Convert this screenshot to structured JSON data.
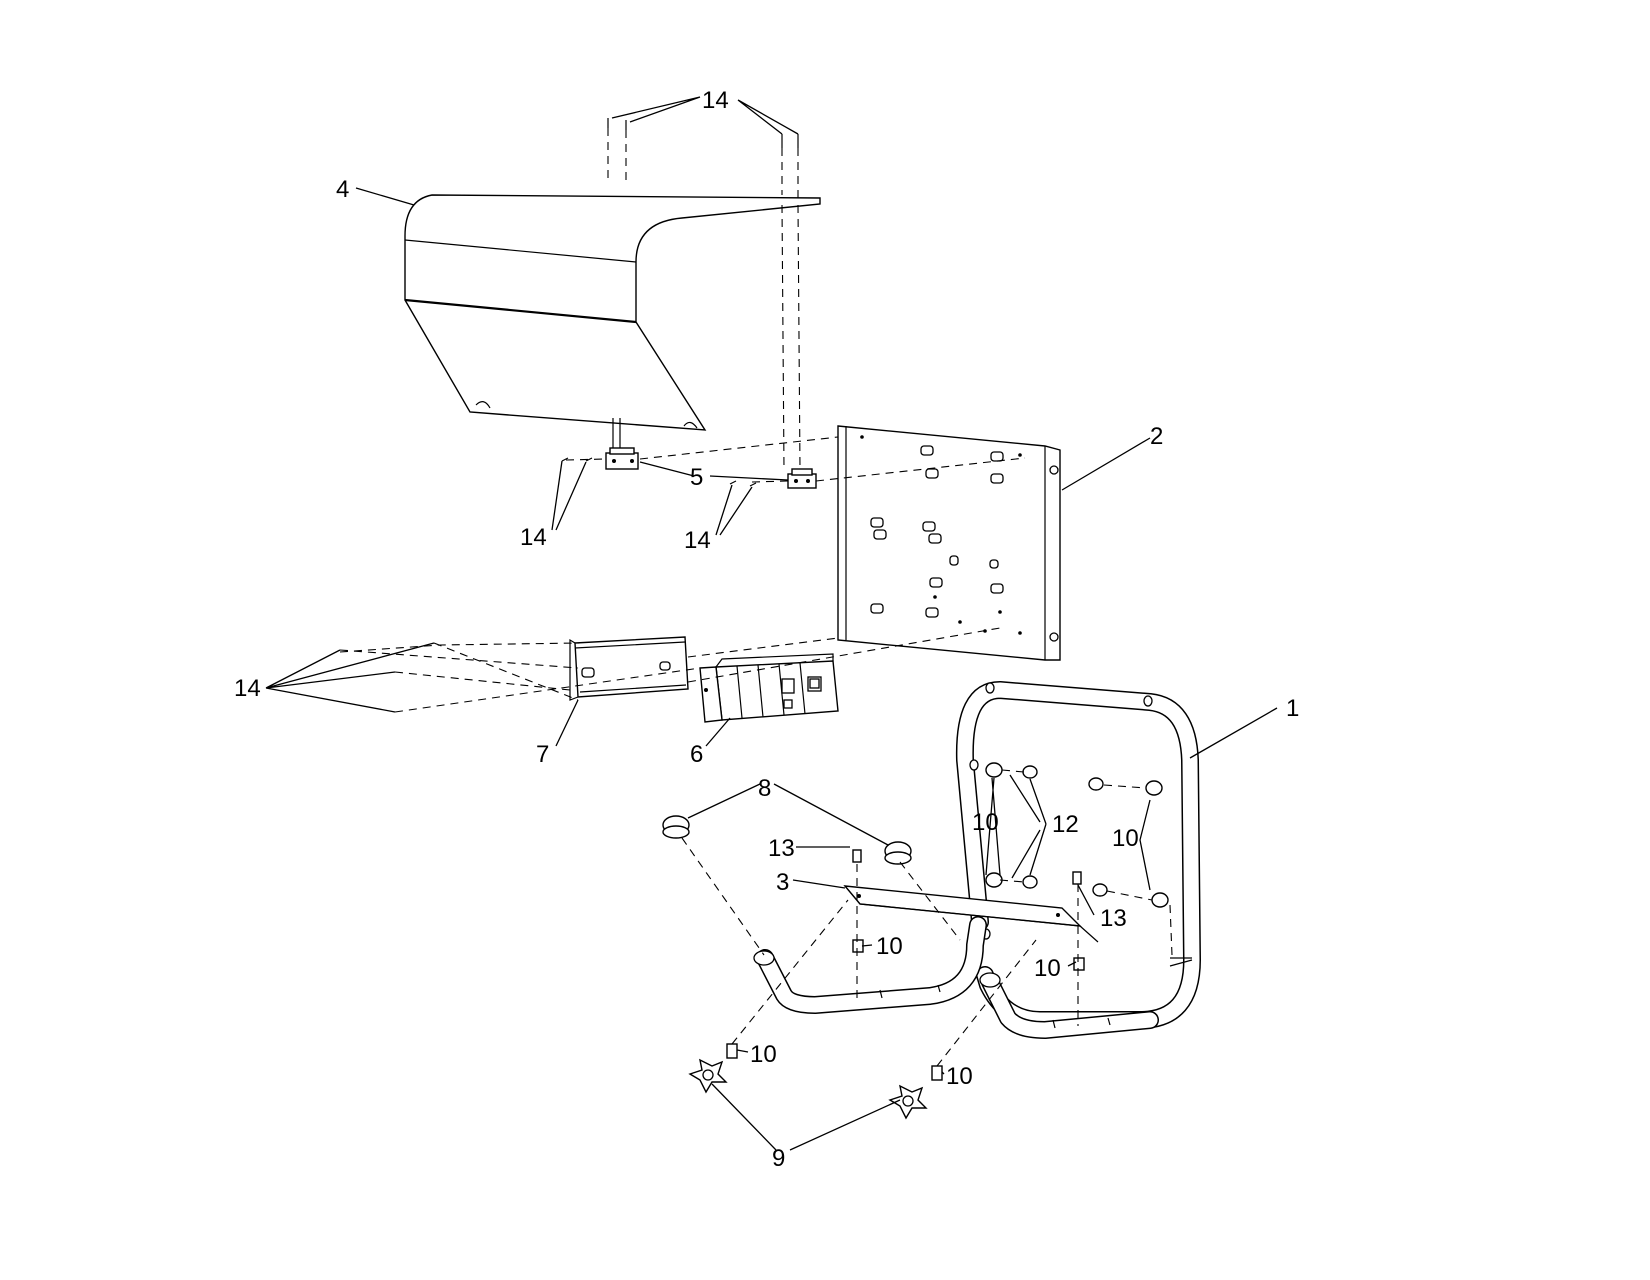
{
  "callouts": {
    "c1": "1",
    "c2": "2",
    "c3": "3",
    "c4": "4",
    "c5": "5",
    "c6": "6",
    "c7": "7",
    "c8": "8",
    "c9": "9",
    "c10": "10",
    "c12": "12",
    "c13": "13",
    "c14": "14"
  }
}
